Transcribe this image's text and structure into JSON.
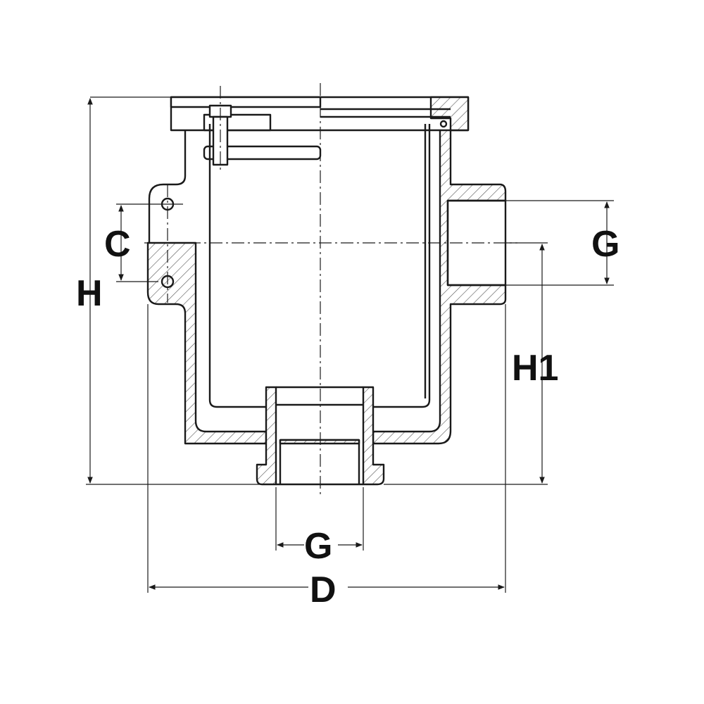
{
  "labels": {
    "H": "H",
    "H1": "H1",
    "C": "C",
    "G_side": "G",
    "G_bottom": "G",
    "D": "D"
  },
  "colors": {
    "line": "#1a1a1a",
    "hatch": "#555555",
    "background": "#ffffff"
  }
}
